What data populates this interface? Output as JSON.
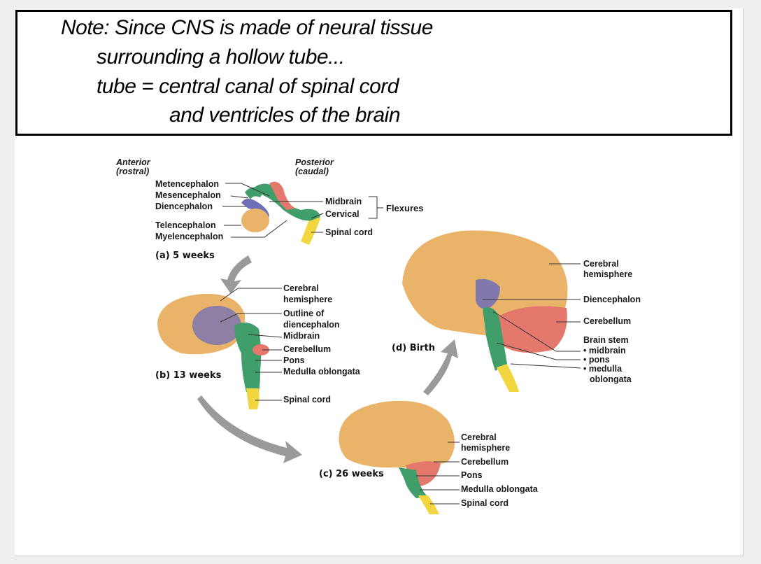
{
  "note": {
    "lines": [
      "Note: Since CNS is made of neural tissue",
      "surrounding a hollow tube...",
      "tube = central canal of spinal cord",
      "and ventricles of the brain"
    ]
  },
  "figure": {
    "orientation": {
      "anterior": "Anterior",
      "anterior_sub": "(rostral)",
      "posterior": "Posterior",
      "posterior_sub": "(caudal)"
    },
    "panel_a": {
      "caption": "(a) 5 weeks",
      "left_labels": [
        "Metencephalon",
        "Mesencephalon",
        "Diencephalon",
        "Telencephalon",
        "Myelencephalon"
      ],
      "right_labels": [
        "Midbrain",
        "Cervical",
        "Spinal cord"
      ],
      "flexures": "Flexures"
    },
    "panel_b": {
      "caption": "(b) 13 weeks",
      "labels": [
        "Cerebral",
        "hemisphere",
        "Outline of",
        "diencephalon",
        "Midbrain",
        "Cerebellum",
        "Pons",
        "Medulla oblongata",
        "Spinal cord"
      ]
    },
    "panel_c": {
      "caption": "(c) 26 weeks",
      "labels": [
        "Cerebral",
        "hemisphere",
        "Cerebellum",
        "Pons",
        "Medulla oblongata",
        "Spinal cord"
      ]
    },
    "panel_d": {
      "caption": "(d) Birth",
      "labels": [
        "Cerebral",
        "hemisphere",
        "Diencephalon",
        "Cerebellum",
        "Brain stem",
        "• midbrain",
        "• pons",
        "• medulla",
        "oblongata"
      ]
    }
  },
  "colors": {
    "cerebrum": "#e9b46a",
    "diencephalon": "#6f6fb8",
    "brainstem": "#3f9e6a",
    "cerebellum": "#e4786c",
    "spinal": "#f2d640",
    "arrow": "#9a9a9a"
  }
}
